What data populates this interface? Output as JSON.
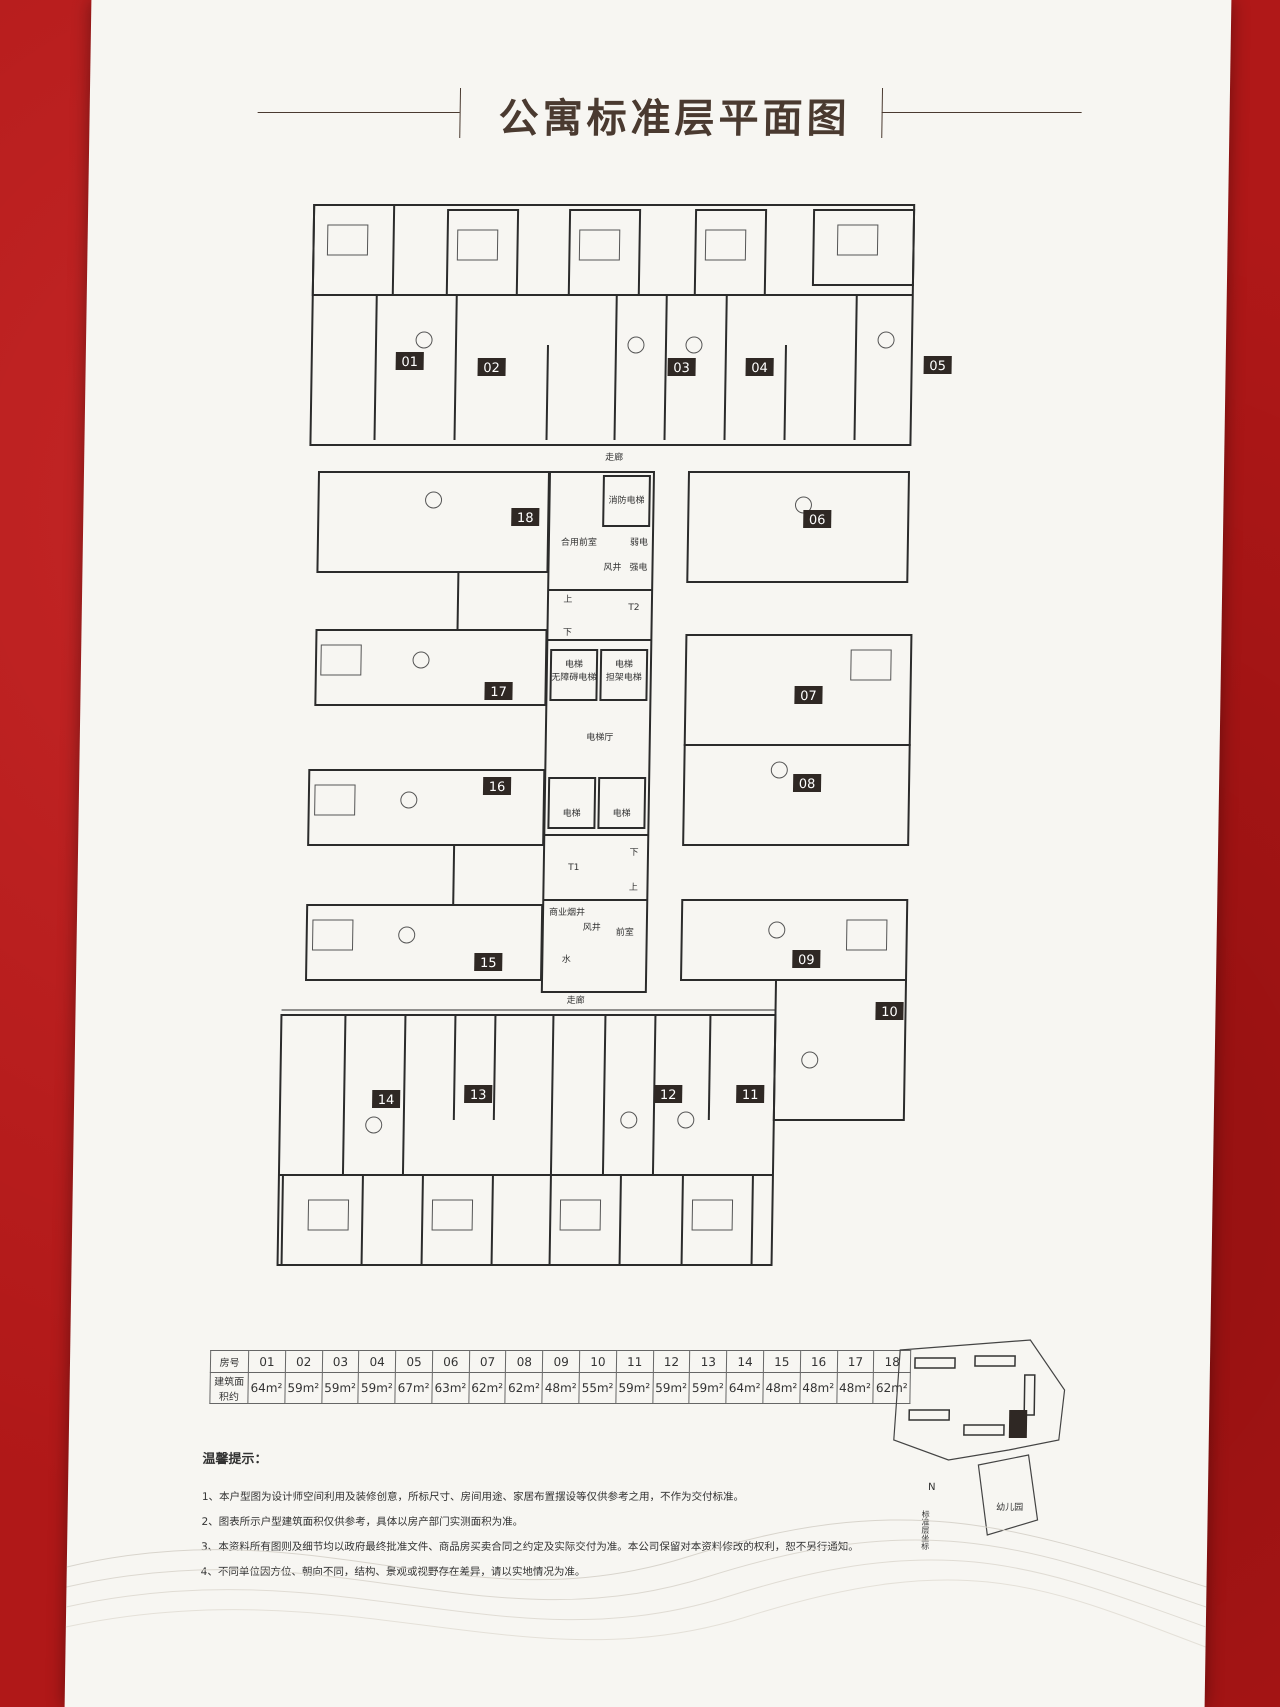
{
  "title": "公寓标准层平面图",
  "plan": {
    "units": [
      "01",
      "02",
      "03",
      "04",
      "05",
      "06",
      "07",
      "08",
      "09",
      "10",
      "11",
      "12",
      "13",
      "14",
      "15",
      "16",
      "17",
      "18"
    ],
    "rooms": {
      "corridor_top": "走廊",
      "corridor_bottom": "走廊",
      "joint_anteroom": "合用前室",
      "fire_elevator": "消防电梯",
      "electric_weak": "弱电",
      "electric_strong": "强电",
      "shaft": "风井",
      "t2": "T2",
      "t1": "T1",
      "up": "上",
      "down": "下",
      "elevator": "电梯",
      "barrier_free_elevator": "无障碍电梯",
      "stretcher_elevator": "担架电梯",
      "elevator_hall": "电梯厅",
      "commercial_flue": "商业烟井",
      "wind_shaft": "风井",
      "anteroom": "前室",
      "water": "水"
    }
  },
  "area_table": {
    "row_label_no": "房号",
    "row_label_area": "建筑面积约",
    "units": [
      "01",
      "02",
      "03",
      "04",
      "05",
      "06",
      "07",
      "08",
      "09",
      "10",
      "11",
      "12",
      "13",
      "14",
      "15",
      "16",
      "17",
      "18"
    ],
    "areas": [
      "64m²",
      "59m²",
      "59m²",
      "59m²",
      "67m²",
      "63m²",
      "62m²",
      "62m²",
      "48m²",
      "55m²",
      "59m²",
      "59m²",
      "59m²",
      "64m²",
      "48m²",
      "48m²",
      "48m²",
      "62m²"
    ]
  },
  "tips": {
    "title": "温馨提示：",
    "items": [
      "1、本户型图为设计师空间利用及装修创意，所标尺寸、房间用途、家居布置摆设等仅供参考之用，不作为交付标准。",
      "2、图表所示户型建筑面积仅供参考，具体以房产部门实测面积为准。",
      "3、本资料所有图则及细节均以政府最终批准文件、商品房买卖合同之约定及实际交付为准。本公司保留对本资料修改的权利，恕不另行通知。",
      "4、不同单位因方位、朝向不同，结构、景观或视野存在差异，请以实地情况为准。"
    ]
  },
  "sitemap": {
    "kindergarten": "幼儿园",
    "legend": "标准层坐标"
  },
  "colors": {
    "title": "#4a3a30",
    "background": "#b01818",
    "paper": "#f7f6f2",
    "label_bg": "#2f2824"
  }
}
